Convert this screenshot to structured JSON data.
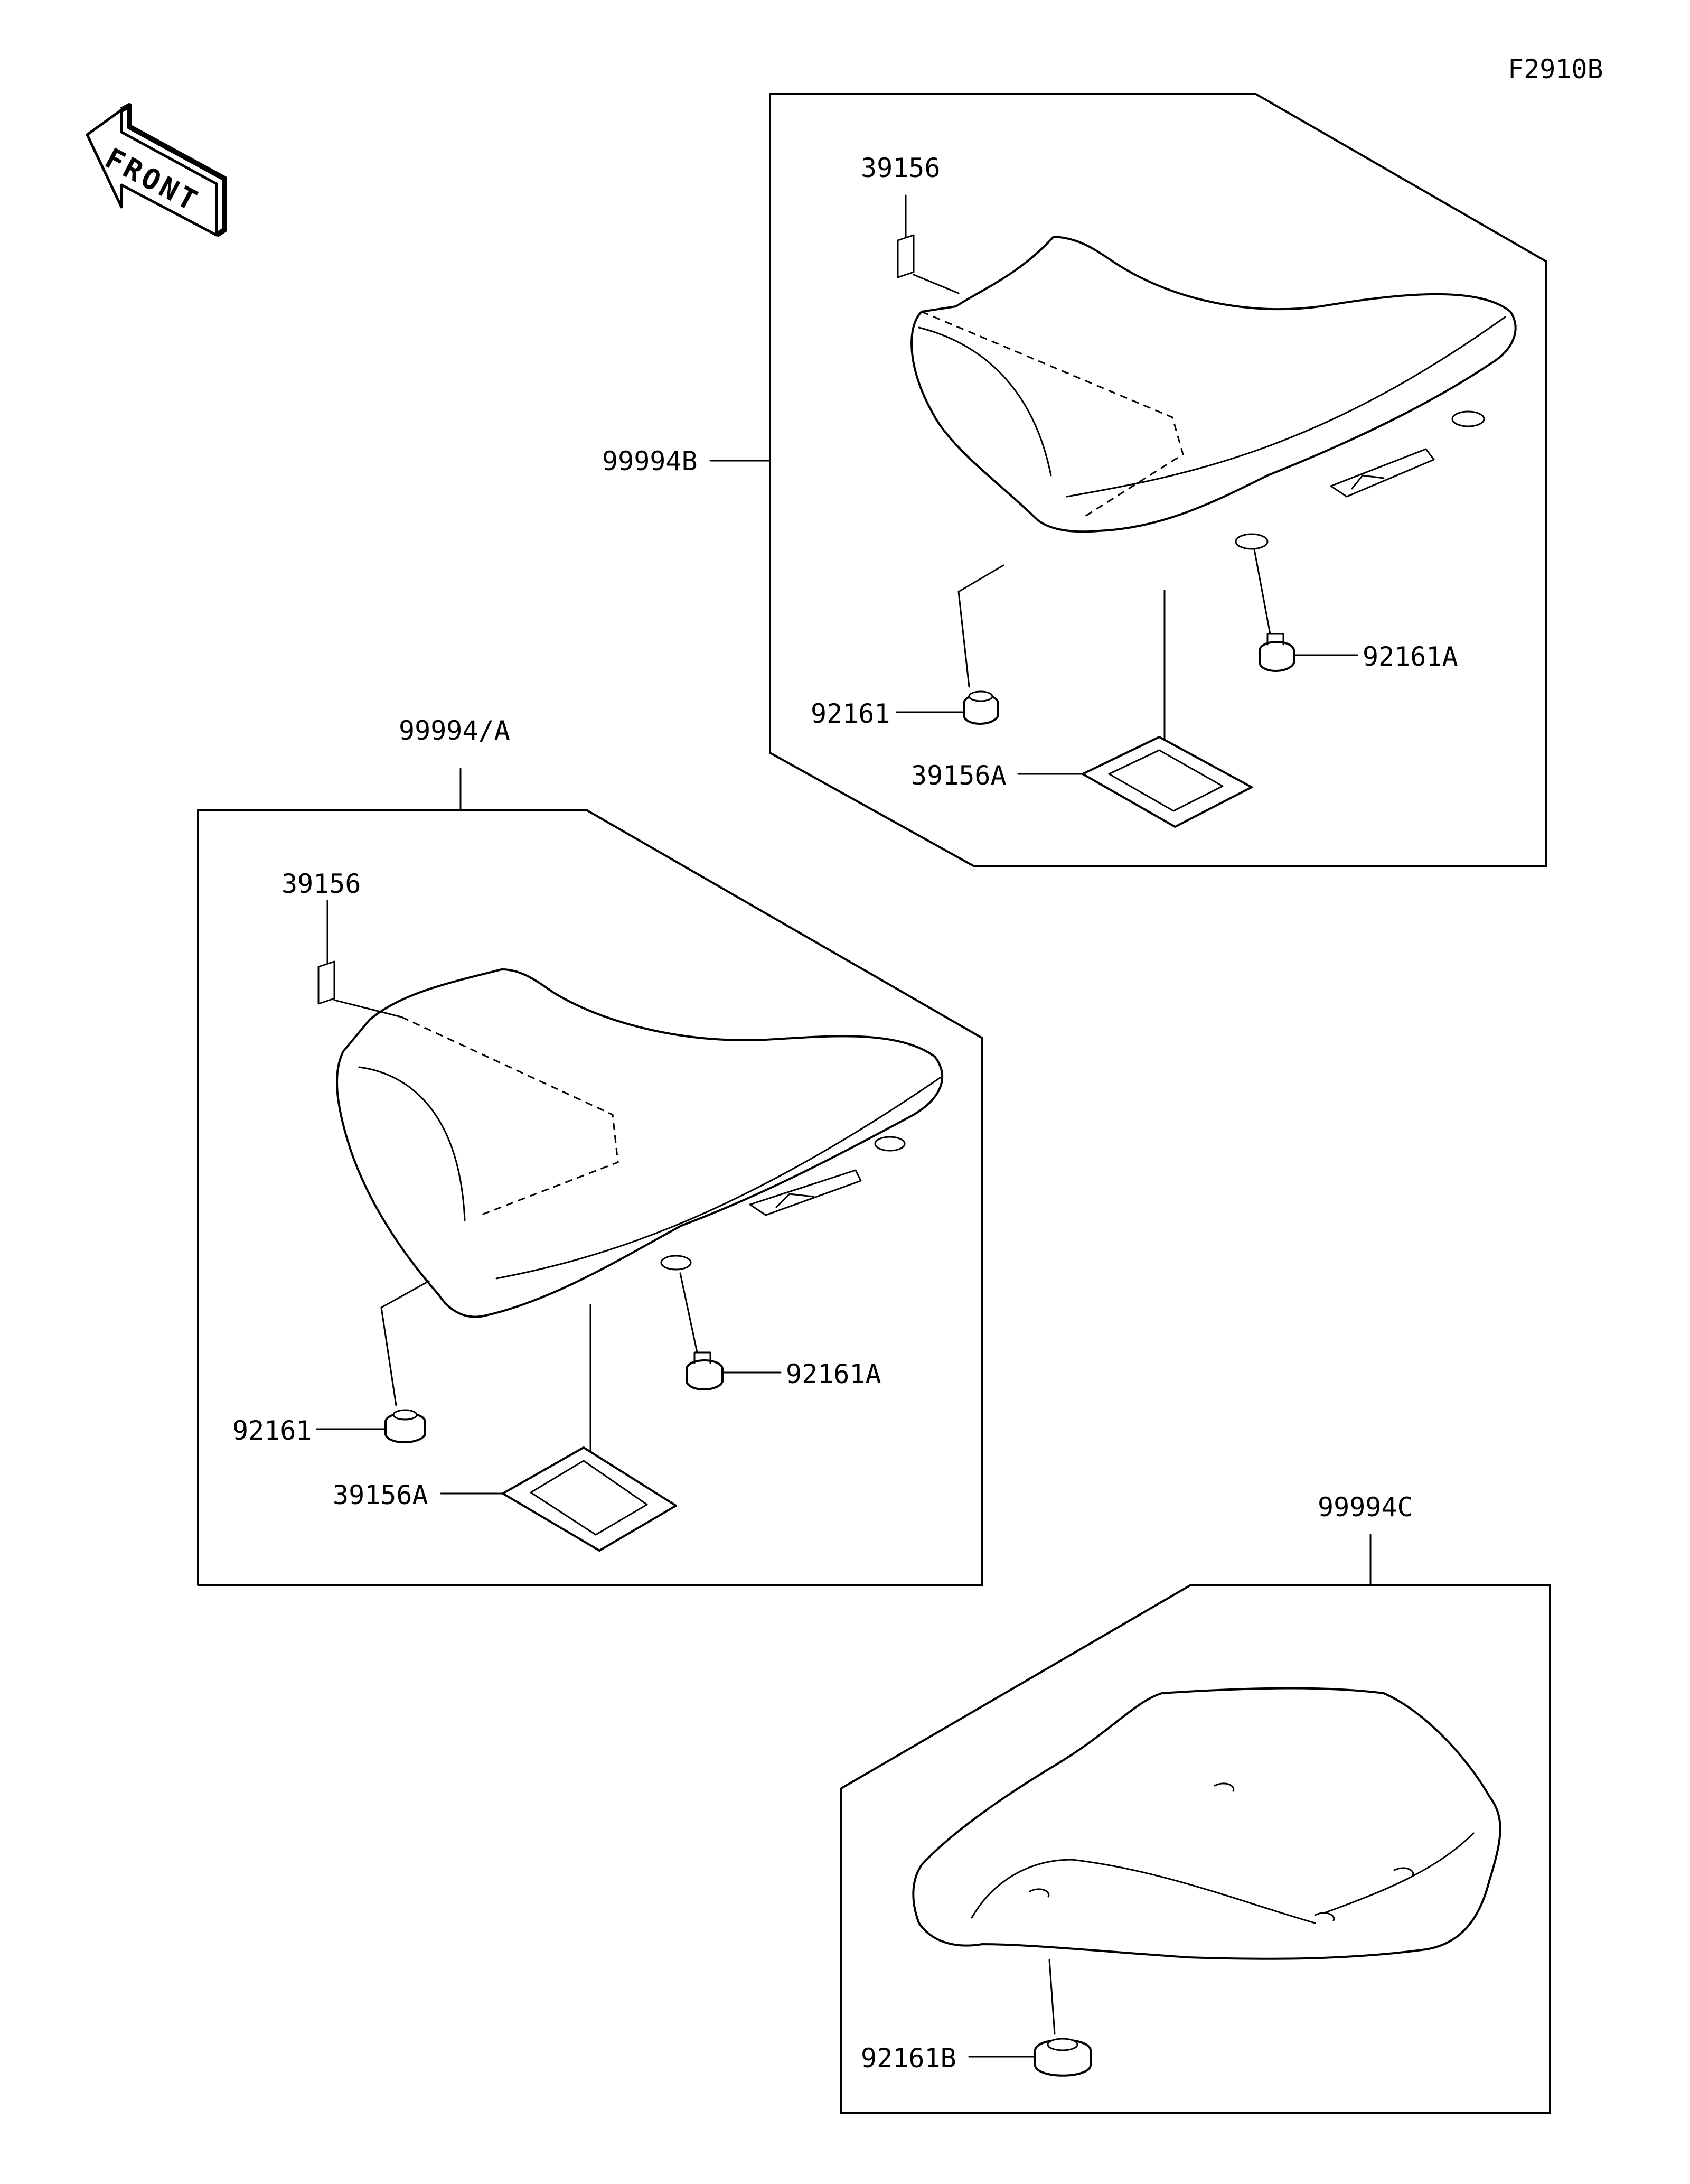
{
  "figure_code": "F2910B",
  "front_arrow_text": "FRONT",
  "groups": {
    "b": {
      "title": "99994B",
      "callouts": {
        "sticker": "39156",
        "mat": "39156A",
        "grommet_left": "92161",
        "grommet_right": "92161A"
      }
    },
    "a": {
      "title": "99994/A",
      "callouts": {
        "sticker": "39156",
        "mat": "39156A",
        "grommet_left": "92161",
        "grommet_right": "92161A"
      }
    },
    "c": {
      "title": "99994C",
      "callouts": {
        "grommet": "92161B"
      }
    }
  }
}
